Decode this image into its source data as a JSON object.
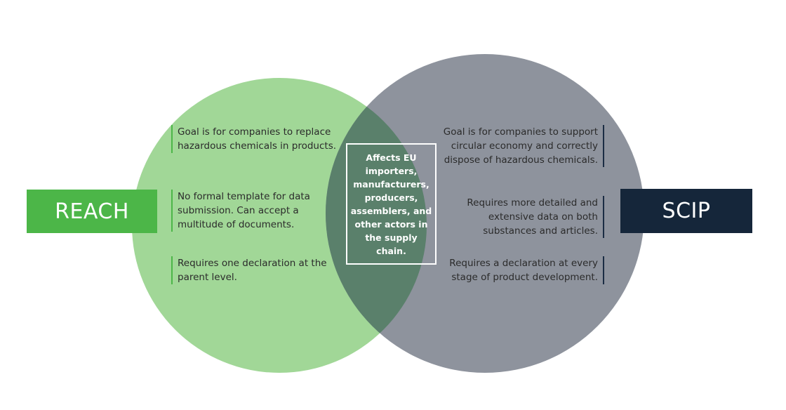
{
  "colors": {
    "reach_circle": "#a1d797",
    "scip_circle": "#8e939d",
    "overlap": "#5a806b",
    "reach_label_bg": "#4cb648",
    "scip_label_bg": "#15263a",
    "reach_accent": "#4cb648",
    "scip_accent": "#1b2d44"
  },
  "reach": {
    "label": "REACH",
    "points": [
      "Goal is for companies to replace hazardous chemicals in products.",
      "No formal template for data submission. Can accept a multitude of documents.",
      "Requires one declaration at the parent level."
    ]
  },
  "scip": {
    "label": "SCIP",
    "points": [
      "Goal is for companies to support circular economy and correctly dispose of hazardous chemicals.",
      "Requires more detailed and extensive data on both substances and articles.",
      "Requires a declaration at every stage of product development."
    ]
  },
  "shared": {
    "text": "Affects EU importers, manufacturers, producers, assemblers, and other actors in the supply chain."
  }
}
